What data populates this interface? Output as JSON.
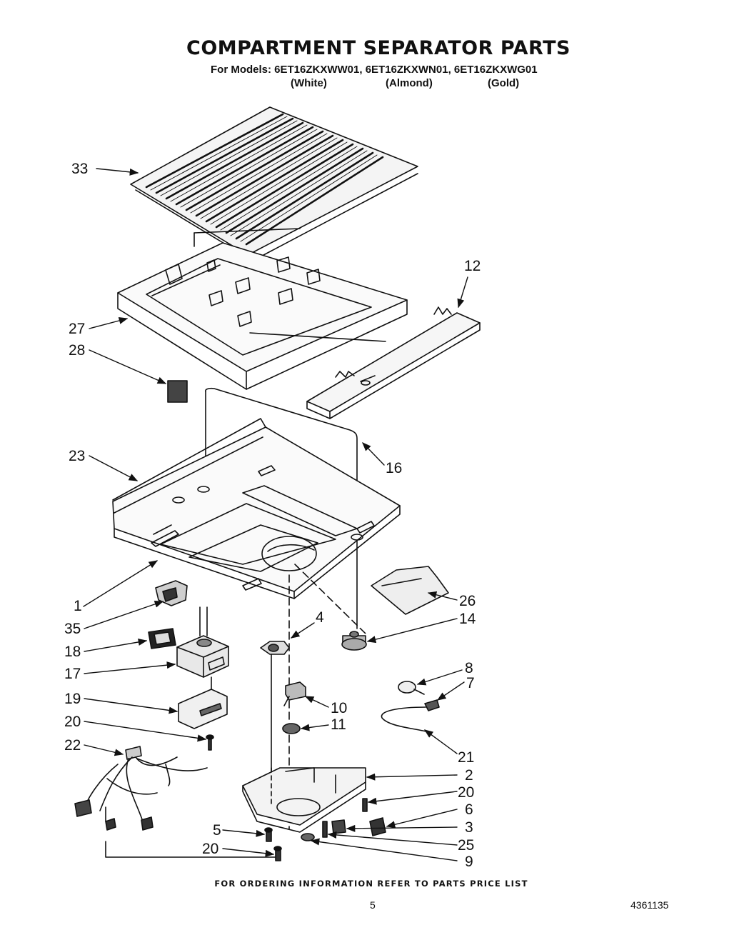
{
  "header": {
    "title": "COMPARTMENT SEPARATOR PARTS",
    "models_line": "For Models: 6ET16ZKXWW01, 6ET16ZKXWN01, 6ET16ZKXWG01",
    "variants": [
      "(White)",
      "(Almond)",
      "(Gold)"
    ]
  },
  "callouts": [
    "33",
    "12",
    "27",
    "28",
    "23",
    "16",
    "1",
    "26",
    "35",
    "4",
    "14",
    "18",
    "17",
    "8",
    "7",
    "19",
    "10",
    "11",
    "20",
    "21",
    "22",
    "2",
    "20",
    "6",
    "3",
    "5",
    "25",
    "20",
    "9"
  ],
  "footer": {
    "ordering_note": "FOR ORDERING INFORMATION REFER TO PARTS PRICE LIST",
    "page_number": "5",
    "document_number": "4361135"
  }
}
